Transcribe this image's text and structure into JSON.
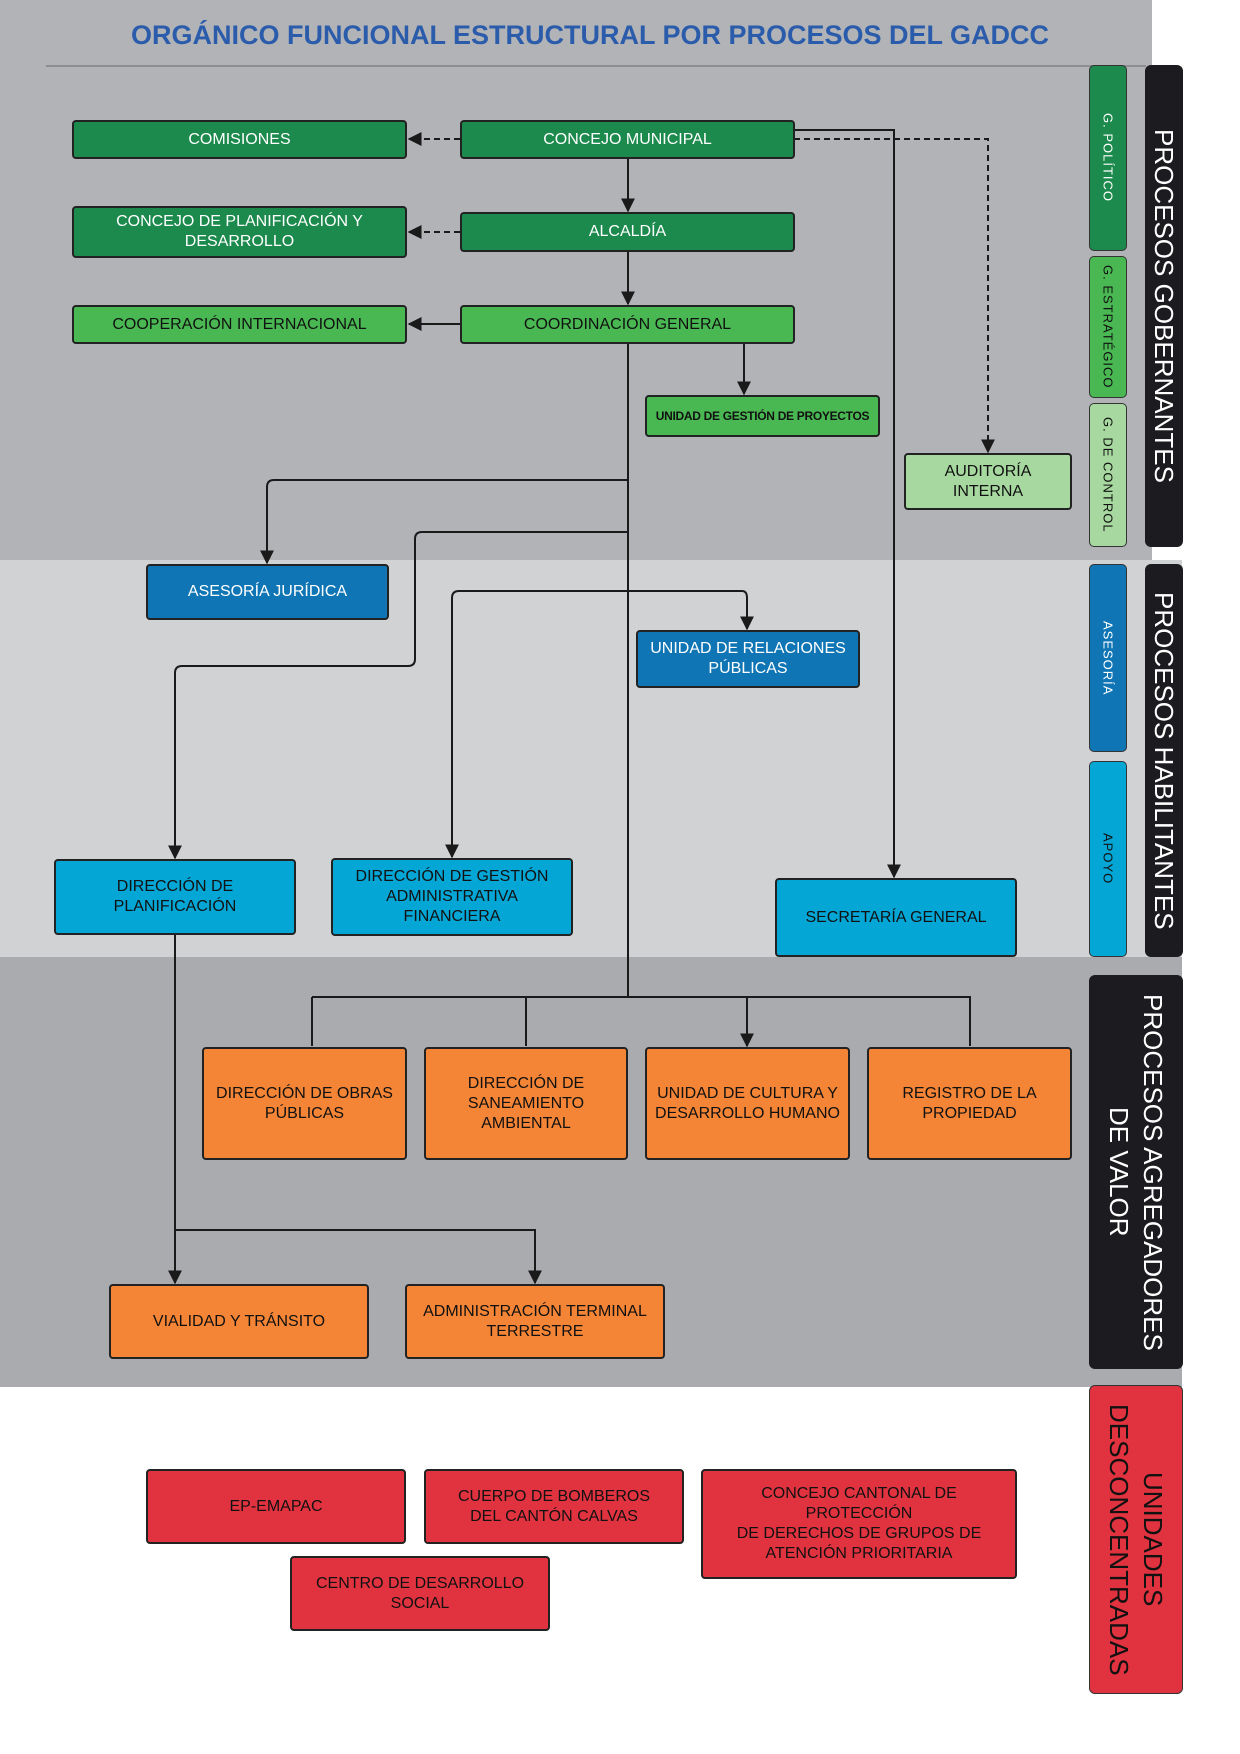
{
  "title": "ORGÁNICO FUNCIONAL ESTRUCTURAL POR PROCESOS DEL GADCC",
  "colors": {
    "dark_green": "#1b8a4c",
    "green": "#49b852",
    "light_green": "#a7d89f",
    "dark_blue": "#0f75b4",
    "light_blue": "#04a6d6",
    "orange": "#f48536",
    "red": "#e1323f",
    "title_blue": "#2b5cab"
  },
  "nodes": {
    "comisiones": "COMISIONES",
    "concejo_municipal": "CONCEJO MUNICIPAL",
    "concejo_planificacion": "CONCEJO DE PLANIFICACIÓN Y\nDESARROLLO",
    "alcaldia": "ALCALDÍA",
    "cooperacion": "COOPERACIÓN INTERNACIONAL",
    "coordinacion": "COORDINACIÓN GENERAL",
    "unidad_proyectos": "UNIDAD DE GESTIÓN DE PROYECTOS",
    "auditoria": "AUDITORÍA\nINTERNA",
    "asesoria_juridica": "ASESORÍA JURÍDICA",
    "relaciones_publicas": "UNIDAD DE RELACIONES\nPÚBLICAS",
    "dir_planificacion": "DIRECCIÓN DE\nPLANIFICACIÓN",
    "dir_gestion_admin": "DIRECCIÓN DE GESTIÓN\nADMINISTRATIVA\nFINANCIERA",
    "secretaria": "SECRETARÍA GENERAL",
    "obras_publicas": "DIRECCIÓN DE OBRAS\nPÚBLICAS",
    "saneamiento": "DIRECCIÓN DE\nSANEAMIENTO\nAMBIENTAL",
    "cultura": "UNIDAD DE CULTURA Y\nDESARROLLO HUMANO",
    "registro": "REGISTRO DE LA\nPROPIEDAD",
    "vialidad": "VIALIDAD Y TRÁNSITO",
    "terminal": "ADMINISTRACIÓN TERMINAL\nTERRESTRE",
    "emapac": "EP-EMAPAC",
    "bomberos": "CUERPO DE BOMBEROS\nDEL CANTÓN CALVAS",
    "concejo_cantonal": "CONCEJO CANTONAL DE\nPROTECCIÓN\nDE DERECHOS DE GRUPOS DE\nATENCIÓN PRIORITARIA",
    "centro_social": "CENTRO DE DESARROLLO\nSOCIAL"
  },
  "side_labels": {
    "g_politico": "G. POLÍTICO",
    "g_estrategico": "G. ESTRATÉGICO",
    "g_control": "G. DE CONTROL",
    "asesoria": "ASESORÍA",
    "apoyo": "APOYO"
  },
  "process_bars": {
    "gobernantes": "PROCESOS GOBERNANTES",
    "habilitantes": "PROCESOS HABILITANTES",
    "agregadores": "PROCESOS AGREGADORES\nDE VALOR",
    "desconcentradas": "UNIDADES\nDESCONCENTRADAS"
  }
}
